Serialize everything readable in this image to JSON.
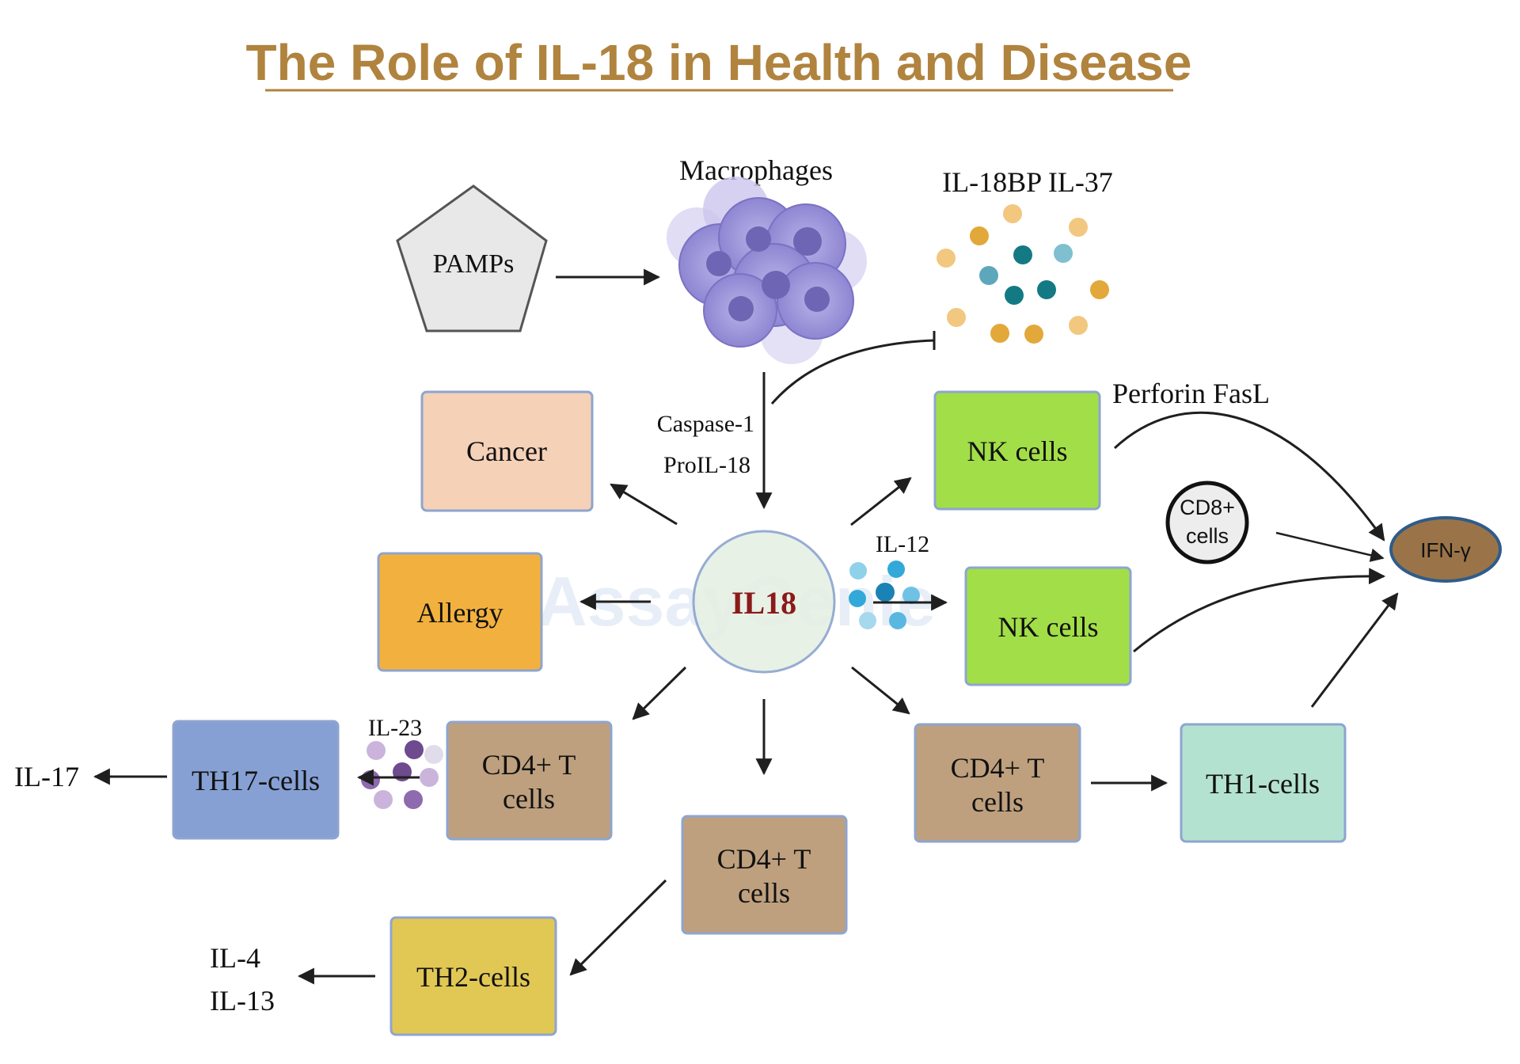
{
  "title": "The Role of IL-18 in Health and Disease",
  "colors": {
    "title": "#B0833E",
    "cancer": "#F5D1B8",
    "allergy": "#F2B13E",
    "nk": "#A2DE48",
    "cd4": "#BEA07E",
    "th17": "#86A0D4",
    "th1": "#B4E2D1",
    "th2": "#E1C854",
    "ifn": "#9A7448",
    "il18_fill": "#E6F0E4",
    "il18_text": "#8B1A1A",
    "box_border": "#8EA5CF",
    "arrow": "#1F1F1F"
  },
  "nodes": {
    "pamps": "PAMPs",
    "macrophages": "Macrophages",
    "inhibitors": "IL-18BP IL-37",
    "caspase": "Caspase-1",
    "proil18": "ProIL-18",
    "il18": "IL18",
    "cancer": "Cancer",
    "allergy": "Allergy",
    "nk_top": "NK cells",
    "nk_bottom": "NK cells",
    "perforin": "Perforin FasL",
    "cd8_line1": "CD8+",
    "cd8_line2": "cells",
    "ifn": "IFN-γ",
    "il12": "IL-12",
    "il23": "IL-23",
    "il17": "IL-17",
    "th17": "TH17-cells",
    "cd4_left_line1": "CD4+ T",
    "cd4_left_line2": "cells",
    "cd4_mid_line1": "CD4+ T",
    "cd4_mid_line2": "cells",
    "cd4_right_line1": "CD4+ T",
    "cd4_right_line2": "cells",
    "th1": "TH1-cells",
    "th2": "TH2-cells",
    "il4": "IL-4",
    "il13": "IL-13"
  },
  "watermark": "AssayGenie"
}
